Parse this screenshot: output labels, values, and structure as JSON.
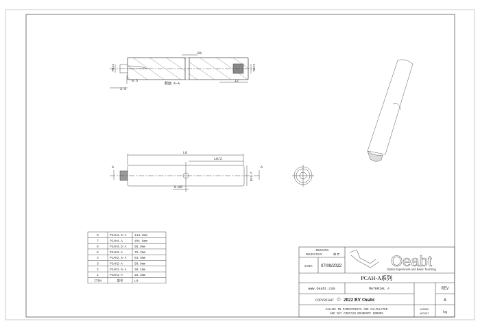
{
  "section_view": {
    "hole_dia": "Ø4",
    "thread_left": "M6X1",
    "thread_right": "M6X1",
    "dim_small": "0.5",
    "dim_left": "3.5",
    "dim_right": "12",
    "caption": "截面 A-A"
  },
  "front_view": {
    "length": "L0",
    "half_length": "L0/2",
    "diameter": "Ø12.7",
    "hole_dim": "6.66",
    "section_mark_left": "A",
    "section_mark_right": "A"
  },
  "parts_table": {
    "rows": [
      [
        "8",
        "PCAH4.5-A",
        "114.3mm"
      ],
      [
        "7",
        "PCAH4-A",
        "101.6mm"
      ],
      [
        "6",
        "PCAH3.5-A",
        "88.9mm"
      ],
      [
        "5",
        "PCAH3-A",
        "76.2mm"
      ],
      [
        "4",
        "PCAH2.5-A",
        "63.5mm"
      ],
      [
        "3",
        "PCAH2-A",
        "50.8mm"
      ],
      [
        "2",
        "PCAH1.5-A",
        "38.1mm"
      ],
      [
        "1",
        "PCAH1-A",
        "25.4mm"
      ]
    ],
    "header": [
      "ITEM",
      "型号",
      "L0"
    ]
  },
  "title_block": {
    "drawing_projection": "DRAWING",
    "projection_label": "PROJECTION",
    "date_label": "DATE",
    "date": "07/09/2022",
    "logo_text": "Oeabt",
    "logo_tagline": "Optics Experiment and Basic Teaching",
    "title": "PCAH-A系列",
    "website": "www.Oeabt.com",
    "material": "MATERIAL #",
    "rev_label": "REV",
    "copyright_label": "COPYRIGHT",
    "copyright": "2022 BY Oeabt",
    "rev": "A",
    "note_line1": "VALUSE IN PARENTHESIS ARE CALCULATED",
    "note_line2": "AND MAY CONTAIN ROUNDOFF ERRORS",
    "appr_label": "APPRAE",
    "weight_label": "WEIGHT",
    "weight_unit": "kg"
  }
}
